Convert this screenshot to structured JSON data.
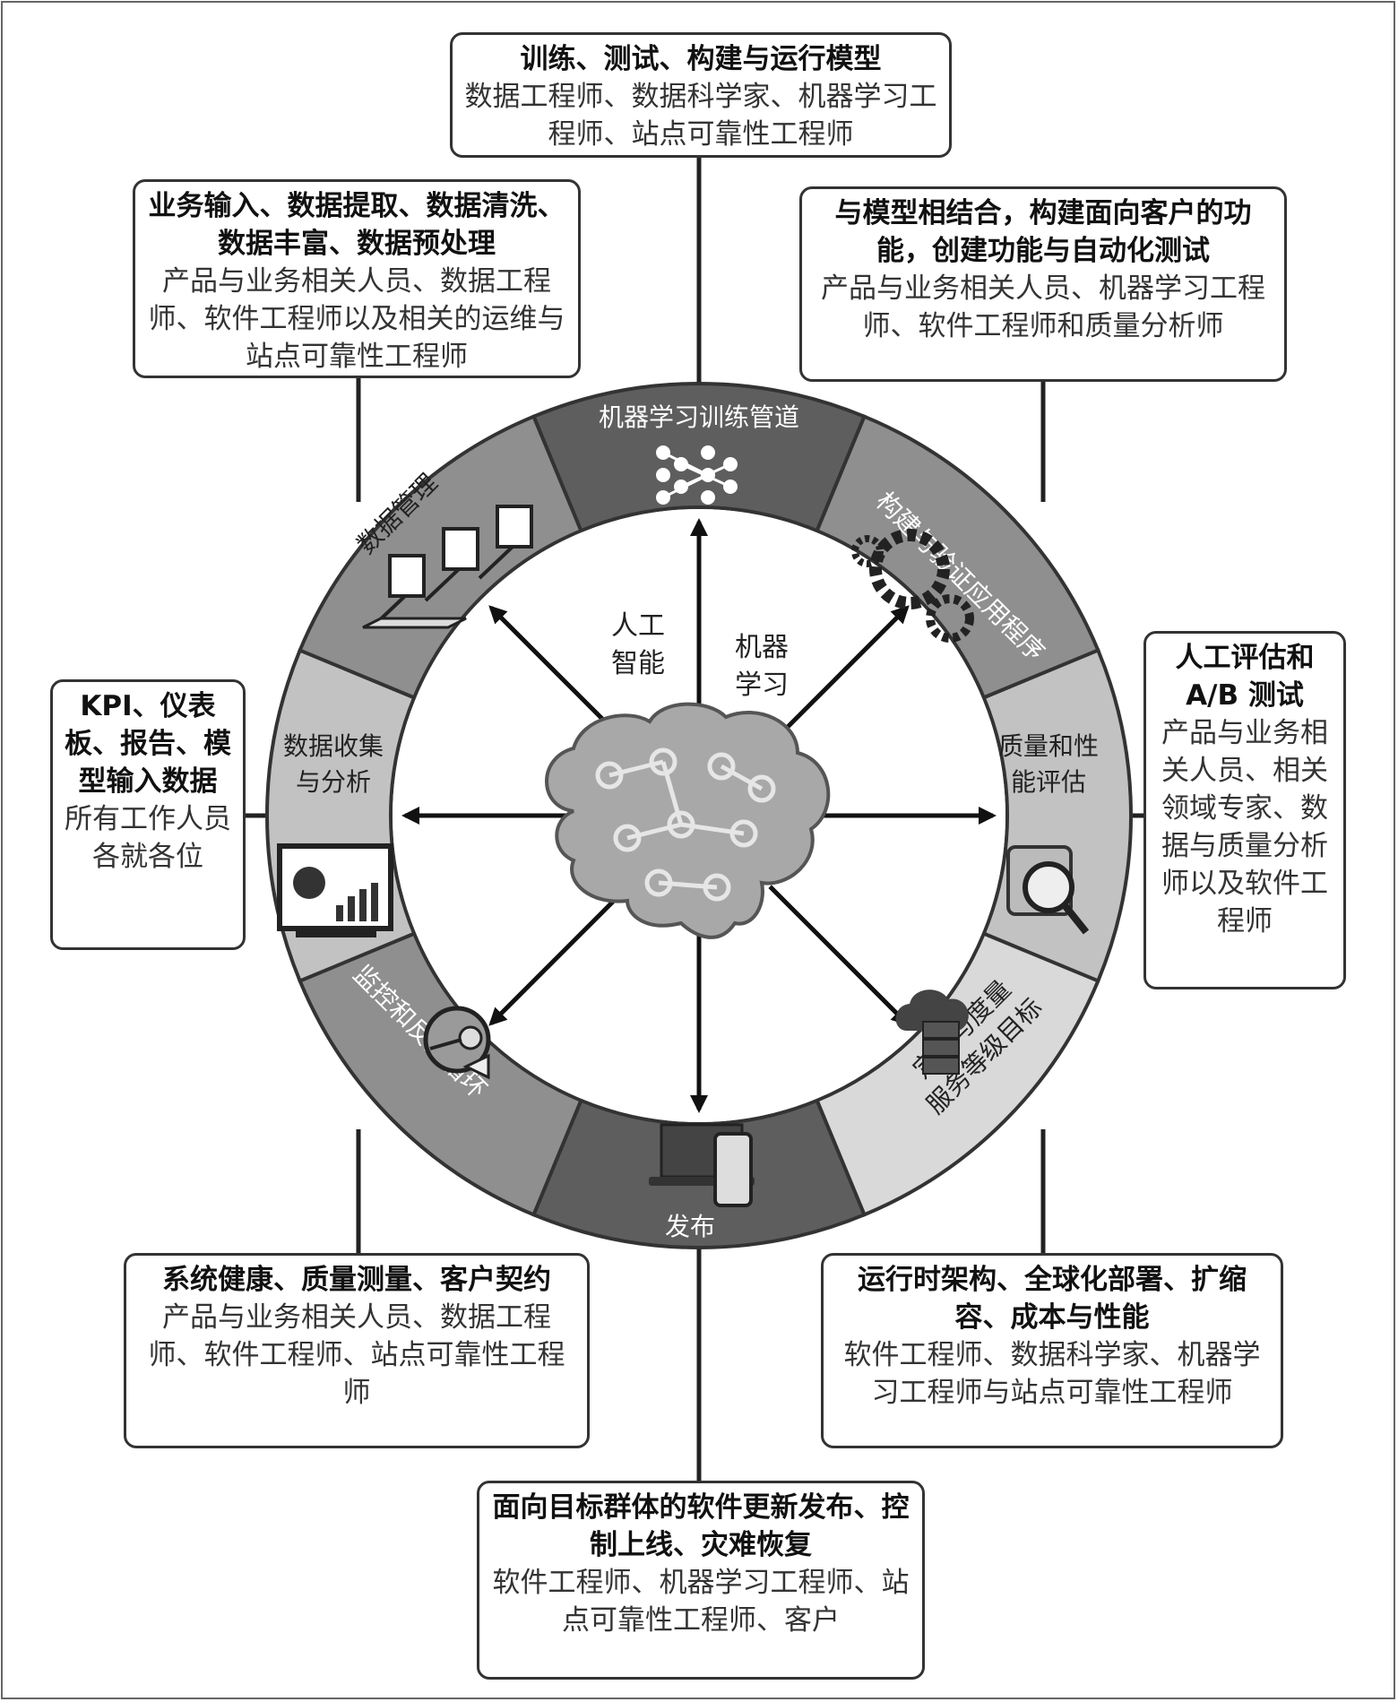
{
  "boxes": {
    "top": {
      "title": "训练、测试、构建与运行模型",
      "roles": "数据工程师、数据科学家、机器学习工程师、站点可靠性工程师"
    },
    "top_left": {
      "title": "业务输入、数据提取、数据清洗、数据丰富、数据预处理",
      "roles": "产品与业务相关人员、数据工程师、软件工程师以及相关的运维与站点可靠性工程师"
    },
    "top_right": {
      "title": "与模型相结合，构建面向客户的功能，创建功能与自动化测试",
      "roles": "产品与业务相关人员、机器学习工程师、软件工程师和质量分析师"
    },
    "left": {
      "title": "KPI、仪表板、报告、模型输入数据",
      "roles": "所有工作人员各就各位"
    },
    "right": {
      "title": "人工评估和A/B 测试",
      "roles": "产品与业务相关人员、相关领域专家、数据与质量分析师以及软件工程师"
    },
    "bottom_left": {
      "title": "系统健康、质量测量、客户契约",
      "roles": "产品与业务相关人员、数据工程师、软件工程师、站点可靠性工程师"
    },
    "bottom_right": {
      "title": "运行时架构、全球化部署、扩缩容、成本与性能",
      "roles": "软件工程师、数据科学家、机器学习工程师与站点可靠性工程师"
    },
    "bottom": {
      "title": "面向目标群体的软件更新发布、控制上线、灾难恢复",
      "roles": "软件工程师、机器学习工程师、站点可靠性工程师、客户"
    }
  },
  "ring": {
    "ml_pipeline": "机器学习训练管道",
    "build_validate": "构建与验证应用程序",
    "quality_perf": "质量和性能评估",
    "define_slo": "定义与度量服务等级目标",
    "release": "发布",
    "monitor_feedback": "监控和反馈循环",
    "data_collect": "数据收集与分析",
    "data_mgmt": "数据管理"
  },
  "hub": {
    "ai": "人工智能",
    "ml": "机器学习"
  },
  "colors": {
    "dark": "#5e5e5e",
    "mid": "#8f8f8f",
    "light": "#c2c2c2",
    "lighter": "#d9d9d9",
    "outline": "#333333"
  },
  "icons": [
    "neural-network-icon",
    "gears-icon",
    "magnifier-report-icon",
    "cloud-server-icon",
    "laptop-phone-icon",
    "radar-icon",
    "monitor-chart-icon",
    "documents-tray-icon",
    "brain-circuit-icon"
  ]
}
